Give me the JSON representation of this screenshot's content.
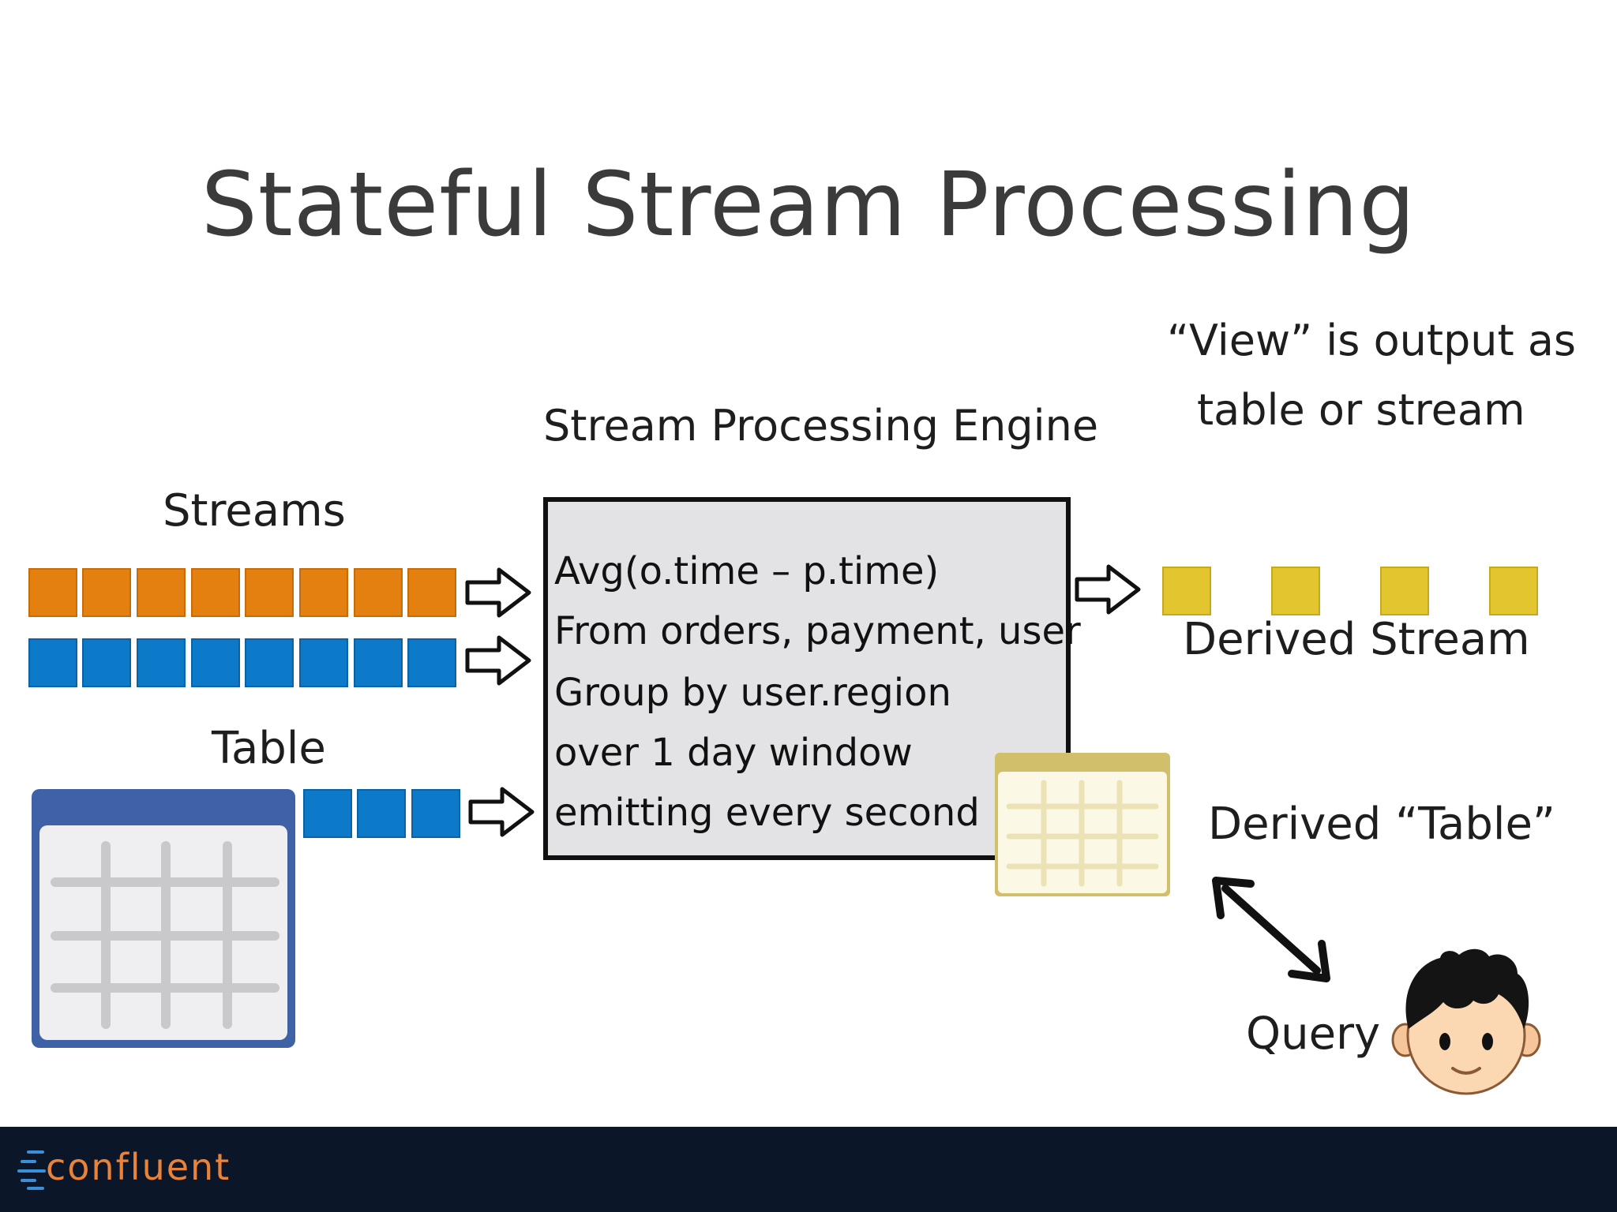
{
  "title": "Stateful Stream Processing",
  "labels": {
    "streams": "Streams",
    "table": "Table",
    "engine_title": "Stream Processing Engine",
    "view_line1": "“View” is output as",
    "view_line2": "table or stream",
    "derived_stream": "Derived Stream",
    "derived_table": "Derived “Table”",
    "query": "Query"
  },
  "engine_lines": [
    "Avg(o.time – p.time)",
    "From orders, payment, user",
    "Group by user.region",
    "over 1 day window",
    "emitting every second"
  ],
  "footer": {
    "logo": "confluent"
  },
  "colors": {
    "orange_stream": "#e4800f",
    "blue_stream": "#0d79c9",
    "derived_stream": "#e3c52f",
    "table_header": "#3f61a6",
    "derived_table_header": "#d1bf6b",
    "footer_bg": "#0b1728",
    "logo": "#e9833a"
  },
  "icons": [
    "hollow-arrow-icon",
    "table-icon",
    "double-arrow-icon",
    "person-face-icon",
    "confluent-logo-icon"
  ]
}
